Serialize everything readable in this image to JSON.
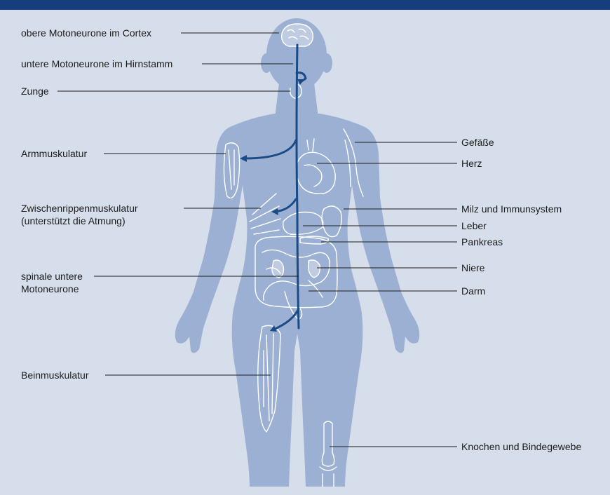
{
  "diagram": {
    "labels_left": {
      "upper_motor_neurons": "obere Motoneurone im Cortex",
      "lower_motor_neurons_brainstem": "untere Motoneurone im Hirnstamm",
      "tongue": "Zunge",
      "arm_muscles": "Armmuskulatur",
      "intercostal_muscles": "Zwischenrippenmuskulatur\n(unterstützt die Atmung)",
      "spinal_lower_motor_neurons": "spinale untere\nMotoneurone",
      "leg_muscles": "Beinmuskulatur"
    },
    "labels_right": {
      "vessels": "Gefäße",
      "heart": "Herz",
      "spleen_immune": "Milz und Immunsystem",
      "liver": "Leber",
      "pancreas": "Pankreas",
      "kidney": "Niere",
      "intestine": "Darm",
      "bones_connective": "Knochen und Bindegewebe"
    }
  },
  "colors": {
    "background": "#d7deeb",
    "top_bar": "#163e7c",
    "body_silhouette": "#9bb0d2",
    "nerve_line": "#1a4b86",
    "organ_outline": "#ffffff",
    "leader_line": "#1b1b1b"
  }
}
